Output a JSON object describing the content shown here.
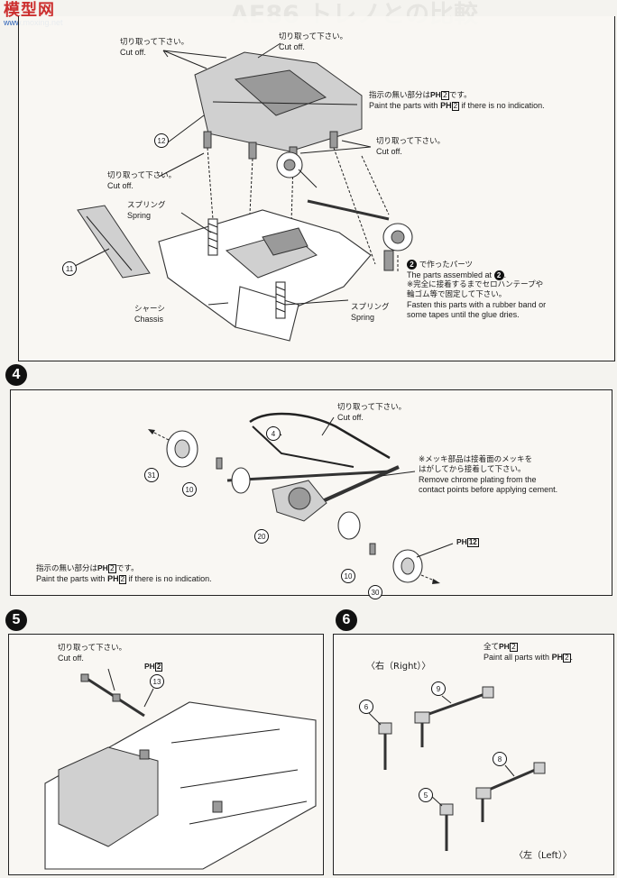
{
  "watermark": {
    "main": "模型网",
    "sub": "www.moxing.net"
  },
  "header": {
    "ghost_title": "AE86 トレノとの比較"
  },
  "steps": {
    "s4": "4",
    "s5": "5",
    "s6": "6"
  },
  "common": {
    "cut_jp": "切り取って下さい。",
    "cut_en": "Cut off.",
    "ph_label": "PH",
    "ph_num": "2",
    "ph_num12": "12"
  },
  "step3": {
    "paint_jp": "指示の無い部分は",
    "paint_jp_tail": "です。",
    "paint_en": "Paint the parts with",
    "paint_en_tail": "if there is no indication.",
    "spring_jp": "スプリング",
    "spring_en": "Spring",
    "chassis_jp": "シャーシ",
    "chassis_en": "Chassis",
    "made_in_jp": "で作ったパーツ",
    "made_in_en": "The parts assembled at",
    "made_in_ref": "2",
    "tape_jp1": "※完全に接着するまでセロハンテープや",
    "tape_jp2": "輪ゴム等で固定して下さい。",
    "tape_en1": "Fasten this parts with a rubber band or",
    "tape_en2": "some tapes until the glue dries.",
    "parts": {
      "p12": "12",
      "p11": "11"
    }
  },
  "step4": {
    "chrome_jp1": "※メッキ部品は接着面のメッキを",
    "chrome_jp2": "はがしてから接着して下さい。",
    "chrome_en1": "Remove chrome plating from the",
    "chrome_en2": "contact points before applying cement.",
    "paint_jp": "指示の無い部分は",
    "paint_jp_tail": "です。",
    "paint_en": "Paint the parts with",
    "paint_en_tail": "if there is no indication.",
    "parts": {
      "p4": "4",
      "p31": "31",
      "p10a": "10",
      "p20": "20",
      "p10b": "10",
      "p30": "30"
    }
  },
  "step5": {
    "parts": {
      "p13": "13"
    }
  },
  "step6": {
    "right_label": "〈右（Right）〉",
    "left_label": "〈左（Left）〉",
    "all_jp": "全て",
    "all_en": "Paint all parts with",
    "parts": {
      "p9": "9",
      "p6": "6",
      "p8": "8",
      "p5": "5"
    }
  }
}
